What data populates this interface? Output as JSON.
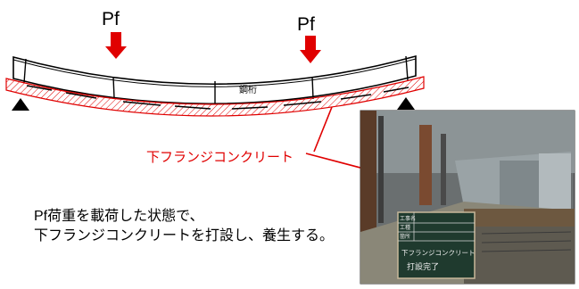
{
  "load_label_left": "Pf",
  "load_label_right": "Pf",
  "beam_label": "鋼桁",
  "callout_label": "下フランジコンクリート",
  "caption": {
    "line1": "Pf荷重を載荷した状態で、",
    "line2": "下フランジコンクリートを打設し、養生する。"
  },
  "colors": {
    "load_arrow": "#e00000",
    "concrete_outline": "#e00000",
    "callout_text": "#e00000",
    "beam_line": "#000000"
  },
  "photo": {
    "board_line1": "下フランジコンクリート",
    "board_line2": "打設完了",
    "board_label_koji": "工事名",
    "board_label_koshu": "工種",
    "board_label_basho": "箇所"
  }
}
